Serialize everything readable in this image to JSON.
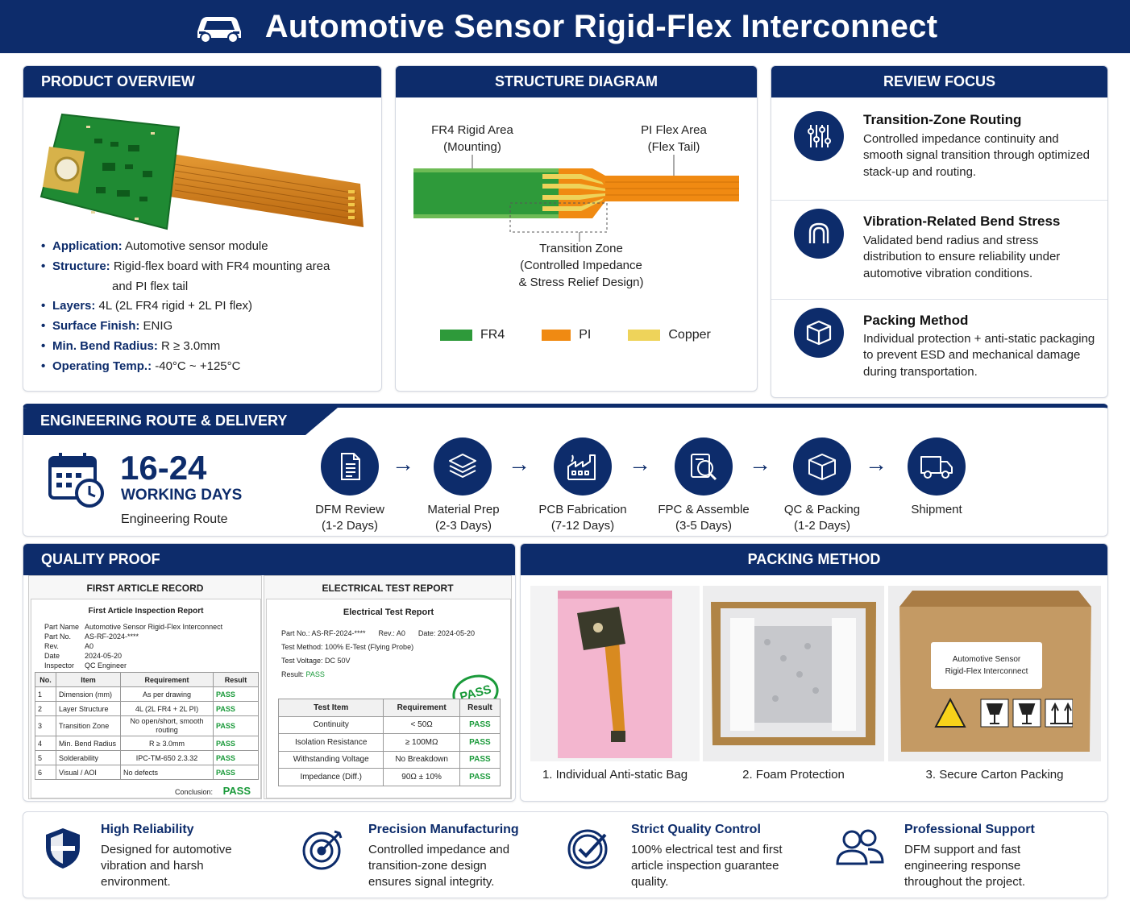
{
  "header": {
    "title": "Automotive Sensor Rigid-Flex Interconnect",
    "icon": "car-icon"
  },
  "overview": {
    "heading": "PRODUCT OVERVIEW",
    "items": [
      {
        "label": "Application:",
        "value": "Automotive sensor module"
      },
      {
        "label": "Structure:",
        "value": "Rigid-flex board with FR4 mounting area",
        "value2": "and PI flex tail"
      },
      {
        "label": "Layers:",
        "value": "4L (2L FR4 rigid + 2L PI flex)"
      },
      {
        "label": "Surface Finish:",
        "value": "ENIG"
      },
      {
        "label": "Min. Bend Radius:",
        "value": "R ≥ 3.0mm"
      },
      {
        "label": "Operating Temp.:",
        "value": "-40°C ~ +125°C"
      }
    ]
  },
  "structure": {
    "heading": "STRUCTURE DIAGRAM",
    "fr4_label": "FR4 Rigid Area",
    "fr4_sub": "(Mounting)",
    "pi_label": "PI Flex Area",
    "pi_sub": "(Flex Tail)",
    "tz_label": "Transition Zone",
    "tz_sub1": "(Controlled Impedance",
    "tz_sub2": "& Stress Relief Design)",
    "legend": [
      {
        "name": "FR4",
        "color": "#2e9a3a"
      },
      {
        "name": "PI",
        "color": "#f08a12"
      },
      {
        "name": "Copper",
        "color": "#eed35a"
      }
    ]
  },
  "review": {
    "heading": "REVIEW FOCUS",
    "items": [
      {
        "title": "Transition-Zone Routing",
        "desc": "Controlled impedance continuity and smooth signal transition through optimized stack-up and routing.",
        "icon": "routing-icon"
      },
      {
        "title": "Vibration-Related Bend Stress",
        "desc": "Validated bend radius and stress distribution to ensure reliability under automotive vibration conditions.",
        "icon": "bend-icon"
      },
      {
        "title": "Packing Method",
        "desc": "Individual protection + anti-static packaging to prevent ESD and mechanical damage during transportation.",
        "icon": "box-icon"
      }
    ]
  },
  "route": {
    "heading": "ENGINEERING ROUTE & DELIVERY",
    "days": "16-24",
    "days_unit": "WORKING DAYS",
    "sub": "Engineering Route",
    "steps": [
      {
        "name": "DFM Review",
        "days": "(1-2 Days)",
        "icon": "document-icon"
      },
      {
        "name": "Material Prep",
        "days": "(2-3 Days)",
        "icon": "layers-icon"
      },
      {
        "name": "PCB Fabrication",
        "days": "(7-12 Days)",
        "icon": "factory-icon"
      },
      {
        "name": "FPC & Assemble",
        "days": "(3-5 Days)",
        "icon": "magnifier-icon"
      },
      {
        "name": "QC & Packing",
        "days": "(1-2 Days)",
        "icon": "box-icon"
      },
      {
        "name": "Shipment",
        "days": "",
        "icon": "truck-icon"
      }
    ]
  },
  "quality": {
    "heading": "QUALITY PROOF",
    "far": {
      "tab": "FIRST ARTICLE RECORD",
      "title": "First Article Inspection Report",
      "meta": [
        {
          "k": "Part Name",
          "v": "Automotive Sensor Rigid-Flex Interconnect"
        },
        {
          "k": "Part No.",
          "v": "AS-RF-2024-****"
        },
        {
          "k": "Rev.",
          "v": "A0"
        },
        {
          "k": "Date",
          "v": "2024-05-20"
        },
        {
          "k": "Inspector",
          "v": "QC Engineer"
        }
      ],
      "cols": [
        "No.",
        "Item",
        "Requirement",
        "Result"
      ],
      "rows": [
        [
          "1",
          "Dimension (mm)",
          "As per drawing",
          "PASS"
        ],
        [
          "2",
          "Layer Structure",
          "4L (2L FR4 + 2L PI)",
          "PASS"
        ],
        [
          "3",
          "Transition Zone",
          "No open/short, smooth routing",
          "PASS"
        ],
        [
          "4",
          "Min. Bend Radius",
          "R ≥ 3.0mm",
          "PASS"
        ],
        [
          "5",
          "Solderability",
          "IPC-TM-650 2.3.32",
          "PASS"
        ],
        [
          "6",
          "Visual / AOI",
          "No defects",
          "PASS"
        ]
      ],
      "conclusion_label": "Conclusion:",
      "conclusion": "PASS"
    },
    "etr": {
      "tab": "ELECTRICAL TEST REPORT",
      "title": "Electrical Test Report",
      "partno": "Part No.: AS-RF-2024-****",
      "rev": "Rev.: A0",
      "date": "Date: 2024-05-20",
      "method": "Test Method: 100% E-Test (Flying Probe)",
      "voltage": "Test Voltage: DC 50V",
      "result_label": "Result:",
      "result": "PASS",
      "stamp": "PASS",
      "cols": [
        "Test Item",
        "Requirement",
        "Result"
      ],
      "rows": [
        [
          "Continuity",
          "< 50Ω",
          "PASS"
        ],
        [
          "Isolation Resistance",
          "≥ 100MΩ",
          "PASS"
        ],
        [
          "Withstanding Voltage",
          "No Breakdown",
          "PASS"
        ],
        [
          "Impedance (Diff.)",
          "90Ω ± 10%",
          "PASS"
        ]
      ]
    }
  },
  "packing": {
    "heading": "PACKING METHOD",
    "photos": [
      {
        "caption": "1. Individual Anti-static Bag"
      },
      {
        "caption": "2. Foam Protection"
      },
      {
        "caption": "3. Secure Carton Packing",
        "label1": "Automotive Sensor",
        "label2": "Rigid-Flex Interconnect"
      }
    ]
  },
  "footer": [
    {
      "title": "High Reliability",
      "desc": "Designed for automotive vibration and harsh environment.",
      "icon": "shield-icon"
    },
    {
      "title": "Precision Manufacturing",
      "desc": "Controlled impedance and transition-zone design ensures signal integrity.",
      "icon": "target-icon"
    },
    {
      "title": "Strict Quality Control",
      "desc": "100% electrical test and first article inspection guarantee quality.",
      "icon": "check-icon"
    },
    {
      "title": "Professional Support",
      "desc": "DFM support and fast engineering response throughout the project.",
      "icon": "users-icon"
    }
  ]
}
